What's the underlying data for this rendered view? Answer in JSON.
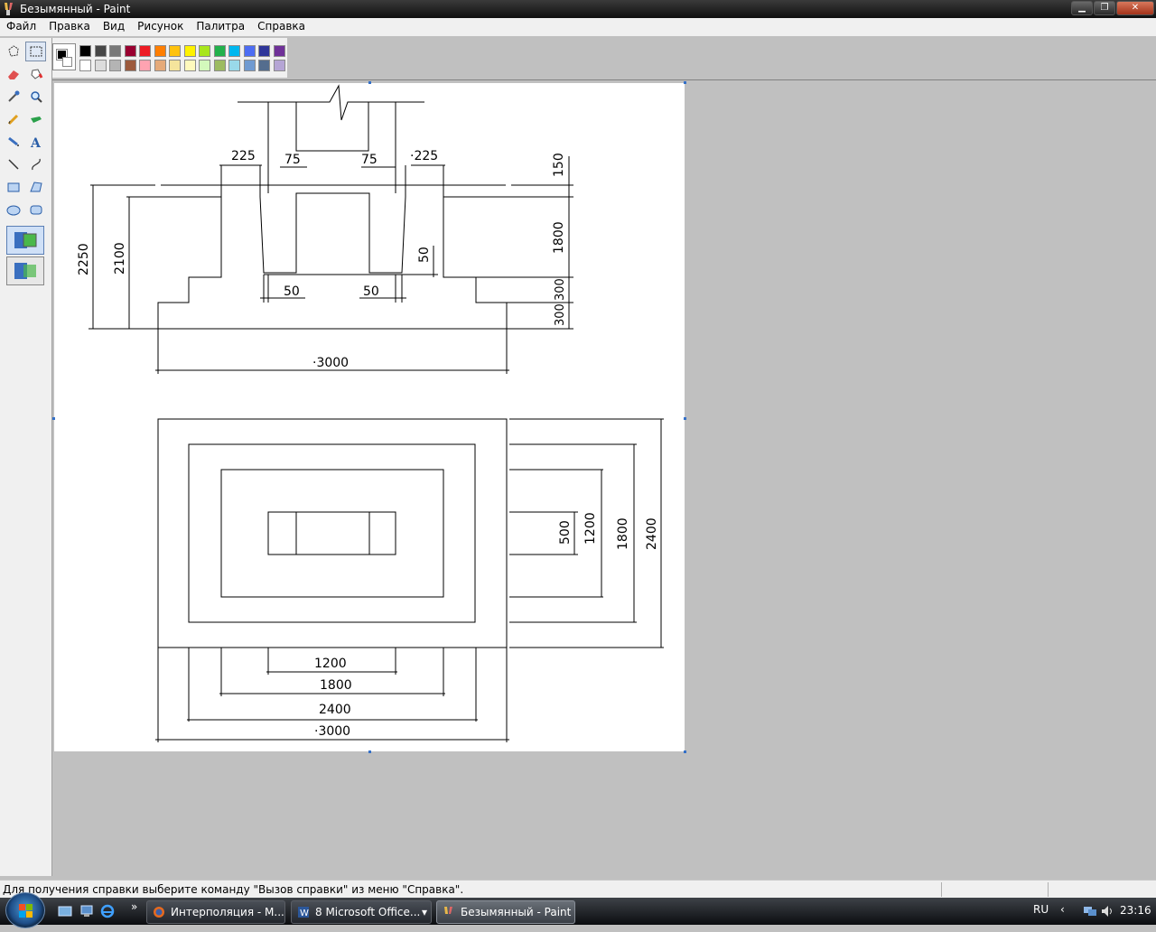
{
  "window": {
    "title": "Безымянный - Paint"
  },
  "menu": [
    "Файл",
    "Правка",
    "Вид",
    "Рисунок",
    "Палитра",
    "Справка"
  ],
  "tools": [
    "free-form-select",
    "select",
    "eraser",
    "fill",
    "color-picker",
    "magnifier",
    "pencil",
    "brush",
    "airbrush",
    "text",
    "line",
    "curve",
    "rectangle",
    "polygon",
    "ellipse",
    "rounded-rectangle"
  ],
  "palette": {
    "foreground": "#000000",
    "background": "#ffffff",
    "row1": [
      "#000000",
      "#464646",
      "#787878",
      "#990030",
      "#ed1c24",
      "#ff7e00",
      "#ffc20e",
      "#fff200",
      "#a8e61d",
      "#22b14c",
      "#00b7ef",
      "#4d6df3",
      "#2f3699",
      "#6f3198"
    ],
    "row2": [
      "#ffffff",
      "#dcdcdc",
      "#b4b4b4",
      "#9c5a3c",
      "#ffa3b1",
      "#e5aa7a",
      "#f5e49c",
      "#fff9bd",
      "#d3f9bc",
      "#9dbb61",
      "#99d9ea",
      "#709ad1",
      "#546d8e",
      "#b5a5d5"
    ]
  },
  "drawing": {
    "section_dims": {
      "top_225_left": "225",
      "top_75_left": "75",
      "top_75_right": "75",
      "top_225_right": "·225",
      "right_150": "150",
      "right_1800": "1800",
      "right_300_upper": "300",
      "right_300_lower": "300",
      "right_50": "50",
      "left_2250": "2250",
      "left_2100": "2100",
      "bottom_50_left": "50",
      "bottom_50_right": "50",
      "bottom_3000": "·3000"
    },
    "plan_dims": {
      "right_500": "500",
      "right_1200": "1200",
      "right_1800": "1800",
      "right_2400": "2400",
      "bottom_1200": "1200",
      "bottom_1800": "1800",
      "bottom_2400": "2400",
      "bottom_3000": "·3000"
    }
  },
  "status": {
    "text": "Для получения справки выберите команду \"Вызов справки\" из меню \"Справка\"."
  },
  "taskbar": {
    "tasks": [
      "Интерполяция - M...",
      "8 Microsoft Office...",
      "Безымянный - Paint"
    ],
    "lang": "RU",
    "clock": "23:16"
  }
}
